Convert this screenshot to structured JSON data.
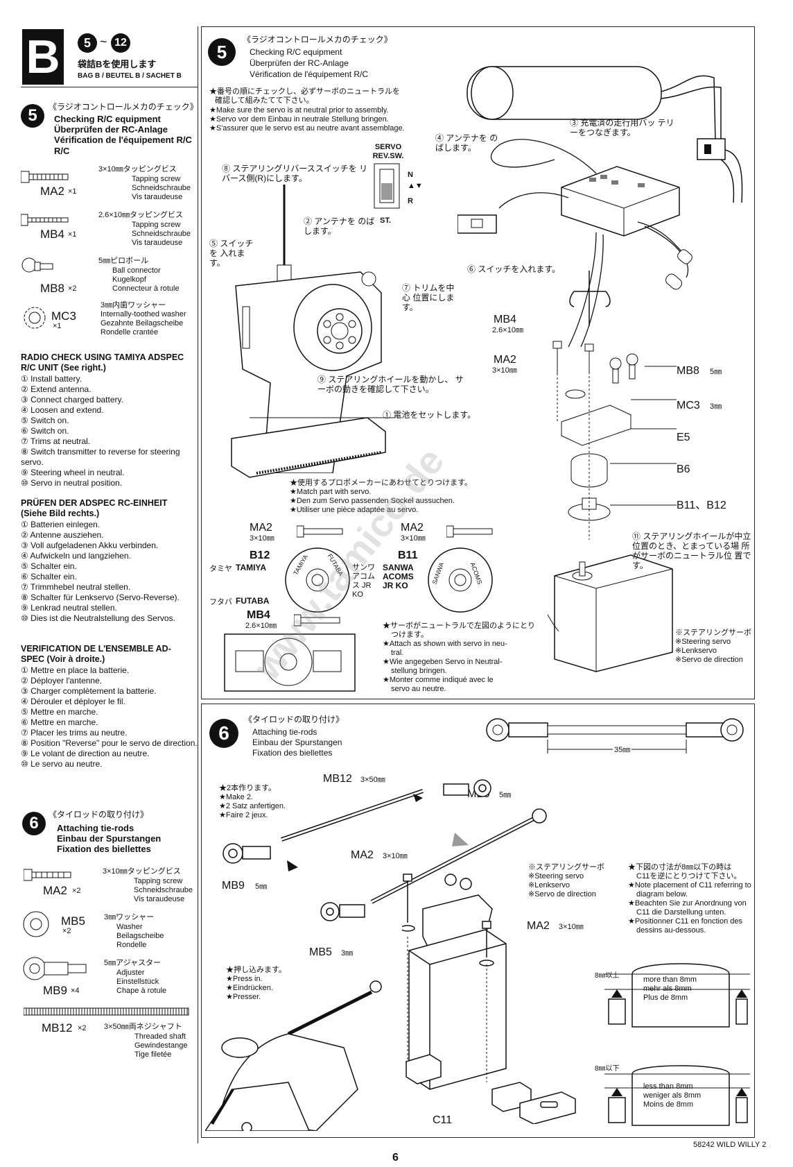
{
  "header": {
    "bag_letter": "B",
    "step_from": "5",
    "step_to": "12",
    "bag_jp": "袋詰Bを使用します",
    "bag_label": "BAG B / BEUTEL B / SACHET B"
  },
  "left": {
    "step5": {
      "number": "5",
      "jp": "《ラジオコントロールメカのチェック》",
      "en": "Checking R/C equipment",
      "de": "Überprüfen der RC-Anlage",
      "fr": "Vérification de l'équipement R/C",
      "parts": [
        {
          "code": "MA2",
          "qty": "×1",
          "size": "3×10㎜タッピングビス",
          "names": [
            "Tapping screw",
            "Schneidschraube",
            "Vis taraudeuse"
          ]
        },
        {
          "code": "MB4",
          "qty": "×1",
          "size": "2.6×10㎜タッピングビス",
          "names": [
            "Tapping screw",
            "Schneidschraube",
            "Vis taraudeuse"
          ]
        },
        {
          "code": "MB8",
          "qty": "×2",
          "size": "5㎜ピロボール",
          "names": [
            "Ball connector",
            "Kugelkopf",
            "Connecteur à rotule"
          ]
        },
        {
          "code": "MC3",
          "qty": "×1",
          "size": "3㎜内歯ワッシャー",
          "names": [
            "Internally-toothed washer",
            "Gezahnte Beilagscheibe",
            "Rondelle crantée"
          ]
        }
      ]
    },
    "radio_en": {
      "title": "RADIO CHECK USING TAMIYA ADSPEC R/C UNIT (See right.)",
      "items": [
        "① Install battery.",
        "② Extend antenna.",
        "③ Connect charged battery.",
        "④ Loosen and extend.",
        "⑤ Switch on.",
        "⑥ Switch on.",
        "⑦ Trims at neutral.",
        "⑧ Switch transmitter to reverse for steering servo.",
        "⑨ Steering wheel in neutral.",
        "⑩ Servo in neutral position."
      ]
    },
    "radio_de": {
      "title": "PRÜFEN DER ADSPEC RC-EINHEIT (Siehe Bild rechts.)",
      "items": [
        "① Batterien einlegen.",
        "② Antenne ausziehen.",
        "③ Voll aufgeladenen Akku verbinden.",
        "④ Aufwickeln und langziehen.",
        "⑤ Schalter ein.",
        "⑥ Schalter ein.",
        "⑦ Trimmhebel neutral stellen.",
        "⑧ Schalter für Lenkservo (Servo-Reverse).",
        "⑨ Lenkrad neutral stellen.",
        "⑩ Dies ist die Neutralstellung des Servos."
      ]
    },
    "radio_fr": {
      "title": "VERIFICATION DE L'ENSEMBLE AD-SPEC (Voir à droite.)",
      "items": [
        "① Mettre en place la batterie.",
        "② Déployer l'antenne.",
        "③ Charger complètement la batterie.",
        "④ Dérouler et déployer le fil.",
        "⑤ Mettre en marche.",
        "⑥ Mettre en marche.",
        "⑦ Placer les trims au neutre.",
        "⑧ Position \"Reverse\" pour le servo de direction.",
        "⑨ Le volant de direction au neutre.",
        "⑩ Le servo au neutre."
      ]
    },
    "step6": {
      "number": "6",
      "jp": "《タイロッドの取り付け》",
      "en": "Attaching tie-rods",
      "de": "Einbau der Spurstangen",
      "fr": "Fixation des biellettes",
      "parts": [
        {
          "code": "MA2",
          "qty": "×2",
          "size": "3×10㎜タッピングビス",
          "names": [
            "Tapping screw",
            "Schneidschraube",
            "Vis taraudeuse"
          ]
        },
        {
          "code": "MB5",
          "qty": "×2",
          "size": "3㎜ワッシャー",
          "names": [
            "Washer",
            "Beilagscheibe",
            "Rondelle"
          ]
        },
        {
          "code": "MB9",
          "qty": "×4",
          "size": "5㎜アジャスター",
          "names": [
            "Adjuster",
            "Einstellstück",
            "Chape à rotule"
          ]
        },
        {
          "code": "MB12",
          "qty": "×2",
          "size": "3×50㎜両ネジシャフト",
          "names": [
            "Threaded shaft",
            "Gewindestange",
            "Tige filetée"
          ]
        }
      ]
    }
  },
  "panel5": {
    "number": "5",
    "jp": "《ラジオコントロールメカのチェック》",
    "en": "Checking R/C equipment",
    "de": "Überprüfen der RC-Anlage",
    "fr": "Vérification de l'équipement R/C",
    "notes": [
      "★番号の順にチェックし、必ずサーボのニュートラルを",
      "確認して組みたてて下さい。",
      "★Make sure the servo is at neutral prior to assembly.",
      "★Servo vor dem Einbau in neutrale Stellung bringen.",
      "★S'assurer que le servo est au neutre avant assemblage."
    ],
    "servo_rev": "SERVO REV.SW.",
    "servo_n": "N",
    "servo_r": "R",
    "servo_st": "ST.",
    "c1": "① 電池をセットします。",
    "c2": "② アンテナを のばします。",
    "c3": "③ 充電済の走行用バッ テリーをつなぎます。",
    "c4": "④ アンテナを のばします。",
    "c5": "⑤ スイッチを 入れます。",
    "c6": "⑥ スイッチを入れます。",
    "c7": "⑦ トリムを中心 位置にします。",
    "c8": "⑧ ステアリングリバーススイッチを リバース側(R)にします。",
    "c9": "⑨ ステアリングホイールを動かし、 サーボの動きを確認して下さい。",
    "c10": "⑪ ステアリングホイールが中立 位置のとき、とまっている場 所がサーボのニュートラル位 置です。",
    "mb4": "MB4",
    "mb4_size": "2.6×10㎜",
    "ma2": "MA2",
    "ma2_size": "3×10㎜",
    "mb8": "MB8",
    "mb8_size": "5㎜",
    "mc3": "MC3",
    "mc3_size": "3㎜",
    "e5": "E5",
    "b6": "B6",
    "b11b12": "B11、B12",
    "match_notes": [
      "★使用するプロポメーカーにあわせてとりつけます。",
      "★Match part with servo.",
      "★Den zum Servo passenden Sockel aussuchen.",
      "★Utiliser une pièce adaptée au servo."
    ],
    "b12": "B12",
    "b11": "B11",
    "tamiya_jp": "タミヤ",
    "tamiya": "TAMIYA",
    "futaba_jp": "フタバ",
    "futaba": "FUTABA",
    "sanwa_jp": "サンワ アコムス JR KO",
    "sanwa": "SANWA ACOMS JR KO",
    "ring_tamiya": "TAMIYA",
    "ring_futaba": "FUTABA",
    "ring_sanwa": "SANWA",
    "ring_acoms": "ACOMS",
    "servo_notes": [
      "★サーボがニュートラルで左図のようにとり",
      "つけます。",
      "★Attach as shown with servo in neu-",
      "tral.",
      "★Wie angegeben Servo in Neutral-",
      "stellung bringen.",
      "★Monter comme indiqué avec le",
      "servo au neutre."
    ],
    "steering_servo": [
      "※ステアリングサーボ",
      "※Steering servo",
      "※Lenkservo",
      "※Servo de direction"
    ]
  },
  "panel6": {
    "number": "6",
    "jp": "《タイロッドの取り付け》",
    "en": "Attaching tie-rods",
    "de": "Einbau der Spurstangen",
    "fr": "Fixation des biellettes",
    "dim": "35㎜",
    "mb12": "MB12",
    "mb12_size": "3×50㎜",
    "mb9": "MB9",
    "mb9_size": "5㎜",
    "make2": [
      "★2本作ります。",
      "★Make 2.",
      "★2 Satz anfertigen.",
      "★Faire 2 jeux."
    ],
    "ma2": "MA2",
    "ma2_size": "3×10㎜",
    "mb5": "MB5",
    "mb5_size": "3㎜",
    "c11": "C11",
    "steering_servo": [
      "※ステアリングサーボ",
      "※Steering servo",
      "※Lenkservo",
      "※Servo de direction"
    ],
    "c11_note": [
      "★下図の寸法が8㎜以下の時は",
      "C11を逆にとりつけて下さい。",
      "★Note placement of C11 referring to",
      "diagram below.",
      "★Beachten Sie zur Anordnung von",
      "C11 die Darstellung unten.",
      "★Positionner C11 en fonction des",
      "dessins au-dessous."
    ],
    "press": [
      "★押し込みます。",
      "★Press in.",
      "★Eindrücken.",
      "★Presser."
    ],
    "more": [
      "more than 8mm",
      "mehr als 8mm",
      "Plus de 8mm"
    ],
    "more_jp": "8㎜以上",
    "less": [
      "less than 8mm",
      "weniger als 8mm",
      "Moins de 8mm"
    ],
    "less_jp": "8㎜以下"
  },
  "footer": {
    "page": "6",
    "code": "58242 WILD WILLY 2"
  },
  "watermark": "www.tamico.de"
}
